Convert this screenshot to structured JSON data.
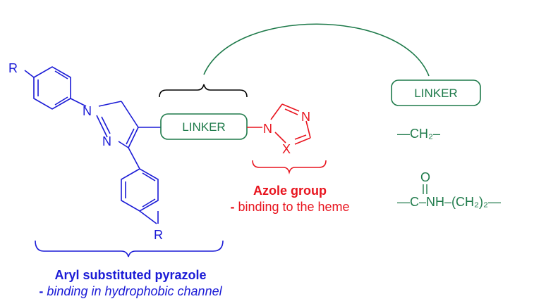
{
  "colors": {
    "aryl": "#1a1ad6",
    "linker": "#1e7a4a",
    "azole": "#e8141e",
    "black": "#000000"
  },
  "aryl": {
    "r_top": "R",
    "r_bottom": "R",
    "n1": "N",
    "n2": "N",
    "caption_title": "Aryl substituted pyrazole",
    "caption_dash": "- ",
    "caption_desc": "binding in hydrophobic channel"
  },
  "linker": {
    "label": "LINKER",
    "legend_label": "LINKER",
    "option1": "—CH₂–",
    "option2_o": "O",
    "option2_chain": "—C–NH–(CH₂)₂—"
  },
  "azole": {
    "n1": "N",
    "n2": "N",
    "x": "X",
    "caption_title": "Azole group",
    "caption_dash": "- ",
    "caption_desc": "binding to the heme"
  }
}
